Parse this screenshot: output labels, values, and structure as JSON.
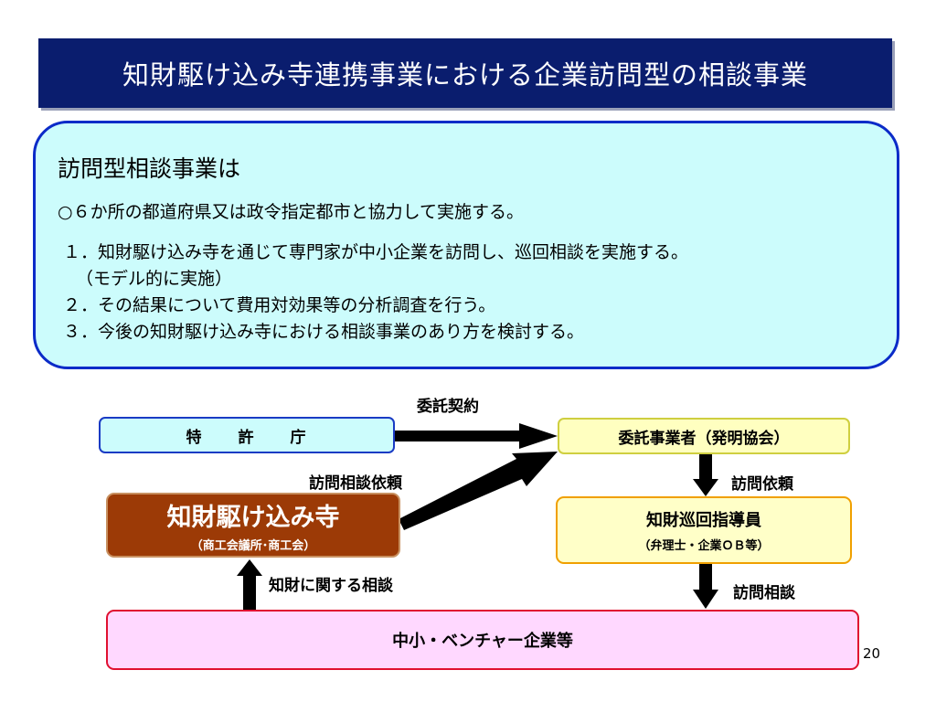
{
  "title": "知財駆け込み寺連携事業における企業訪問型の相談事業",
  "summary": {
    "heading": "訪問型相談事業は",
    "lead": "○６か所の都道府県又は政令指定都市と協力して実施する。",
    "items": [
      "１．知財駆け込み寺を通じて専門家が中小企業を訪問し、巡回相談を実施する。",
      "（モデル的に実施）",
      "２．その結果について費用対効果等の分析調査を行う。",
      "３．今後の知財駆け込み寺における相談事業のあり方を検討する。"
    ]
  },
  "nodes": {
    "jpo": "特　　許　　庁",
    "contractor": "委託事業者（発明協会）",
    "kakekomi": {
      "main": "知財駆け込み寺",
      "sub": "（商工会議所･商工会）"
    },
    "advisor": {
      "main": "知財巡回指導員",
      "sub": "（弁理士・企業ＯＢ等）"
    },
    "sme": "中小・ベンチャー企業等"
  },
  "edge_labels": {
    "contract": "委託契約",
    "visit_request_from_temple": "訪問相談依頼",
    "visit_request": "訪問依頼",
    "ip_consultation": "知財に関する相談",
    "visit_consultation": "訪問相談"
  },
  "page_number": "20"
}
